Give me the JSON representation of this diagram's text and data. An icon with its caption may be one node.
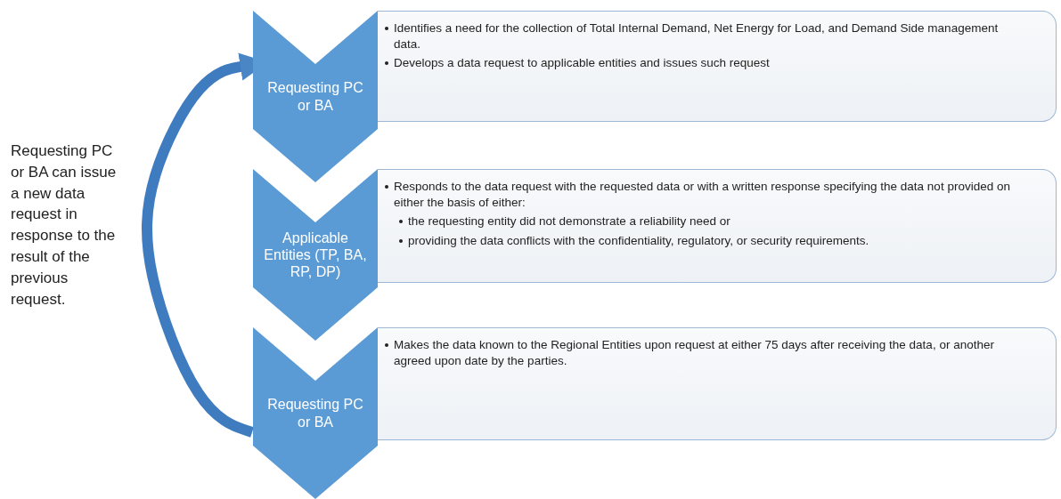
{
  "diagram": {
    "nodes": [
      {
        "text": [
          "Requesting PC or BA"
        ]
      },
      {
        "text": [
          "Identifies a need for the collection of Total Internal Demand, Net Energy for Load, and Demand Side management data.",
          "Develops a data request to applicable entities and issues such request"
        ]
      },
      {
        "text": [
          "Applicable Entities (TP, BA, RP, DP)"
        ]
      },
      {
        "text": [
          "Responds to the data request with the requested data or with a written response specifying the data not provided on either the basis of either:",
          "the requesting entity did not demonstrate a reliability need or",
          "providing the data conflicts with the confidentiality, regulatory, or security requirements."
        ]
      },
      {
        "text": [
          "Requesting PC or BA"
        ]
      },
      {
        "text": [
          "Makes the data known to the Regional Entities upon request at either 75 days after receiving the data, or another agreed upon date by the parties."
        ]
      }
    ],
    "edges": [
      {
        "from": 4,
        "to": 0,
        "arrow": "to"
      }
    ],
    "labels": [
      "Requesting PC or BA can issue a new data request in response to the result of the previous request."
    ]
  }
}
